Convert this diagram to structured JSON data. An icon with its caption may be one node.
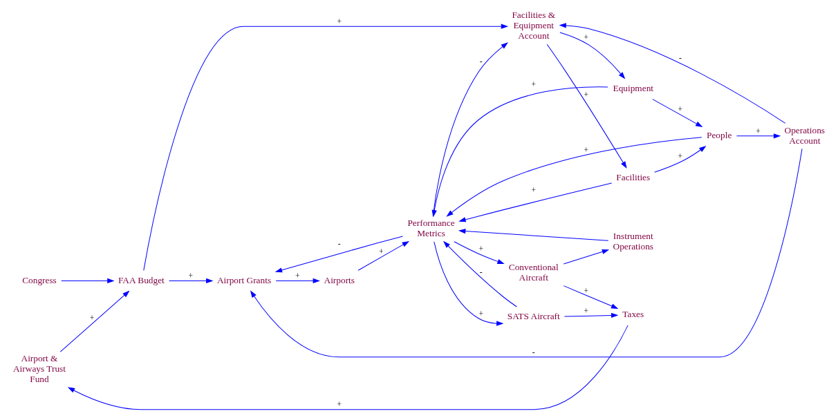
{
  "diagram": {
    "nodes": [
      {
        "text": [
          "Airport & Airways Trust Fund"
        ]
      },
      {
        "text": [
          "Airport Grants"
        ]
      },
      {
        "text": [
          "Airports"
        ]
      },
      {
        "text": [
          "Taxes"
        ]
      },
      {
        "text": [
          "Operations Account"
        ]
      },
      {
        "text": [
          "People"
        ]
      },
      {
        "text": [
          "Conventional Aircraft"
        ]
      },
      {
        "text": [
          "FAA Budget"
        ]
      },
      {
        "text": [
          "Performance Metrics"
        ]
      },
      {
        "text": [
          "SATS Aircraft"
        ]
      },
      {
        "text": [
          "Facilities"
        ]
      },
      {
        "text": [
          "Facilities & Equipment Account"
        ]
      },
      {
        "text": [
          "Equipment"
        ]
      },
      {
        "text": [
          "Instrument Operations"
        ]
      },
      {
        "text": [
          "Congress"
        ]
      }
    ],
    "edges": [
      {
        "from": 3,
        "to": 0,
        "arrow": "to",
        "label": "+"
      },
      {
        "from": 0,
        "to": 7,
        "arrow": "to",
        "label": "+"
      },
      {
        "from": 14,
        "to": 7,
        "arrow": "to"
      },
      {
        "from": 7,
        "to": 1,
        "arrow": "to",
        "label": "+"
      },
      {
        "from": 7,
        "to": 11,
        "arrow": "to",
        "label": "+"
      },
      {
        "from": 4,
        "to": 1,
        "arrow": "to",
        "label": "-"
      },
      {
        "from": 5,
        "to": 4,
        "arrow": "to",
        "label": "+"
      },
      {
        "from": 1,
        "to": 2,
        "arrow": "to",
        "label": "+"
      },
      {
        "from": 8,
        "to": 1,
        "arrow": "to",
        "label": "-"
      },
      {
        "from": 4,
        "to": 11,
        "arrow": "to",
        "label": "-"
      },
      {
        "from": 5,
        "to": 8,
        "arrow": "to",
        "label": "+"
      },
      {
        "from": 10,
        "to": 5,
        "arrow": "to",
        "label": "+"
      },
      {
        "from": 12,
        "to": 5,
        "arrow": "to",
        "label": "+"
      },
      {
        "from": 10,
        "to": 8,
        "arrow": "to",
        "label": "+"
      },
      {
        "from": 2,
        "to": 8,
        "arrow": "to",
        "label": "+"
      },
      {
        "from": 11,
        "to": 10,
        "arrow": "to",
        "label": "+"
      },
      {
        "from": 11,
        "to": 12,
        "arrow": "to",
        "label": "+"
      },
      {
        "from": 12,
        "to": 8,
        "arrow": "to",
        "label": "+"
      },
      {
        "from": 8,
        "to": 11,
        "arrow": "to",
        "label": "-"
      },
      {
        "from": 8,
        "to": 6,
        "arrow": "to",
        "label": "+"
      },
      {
        "from": 8,
        "to": 9,
        "arrow": "to",
        "label": "+"
      },
      {
        "from": 9,
        "to": 8,
        "arrow": "to",
        "label": "-"
      },
      {
        "from": 6,
        "to": 3,
        "arrow": "to",
        "label": "+"
      },
      {
        "from": 9,
        "to": 3,
        "arrow": "to",
        "label": "+"
      },
      {
        "from": 6,
        "to": 13,
        "arrow": "to"
      },
      {
        "from": 13,
        "to": 8,
        "arrow": "to"
      }
    ]
  }
}
